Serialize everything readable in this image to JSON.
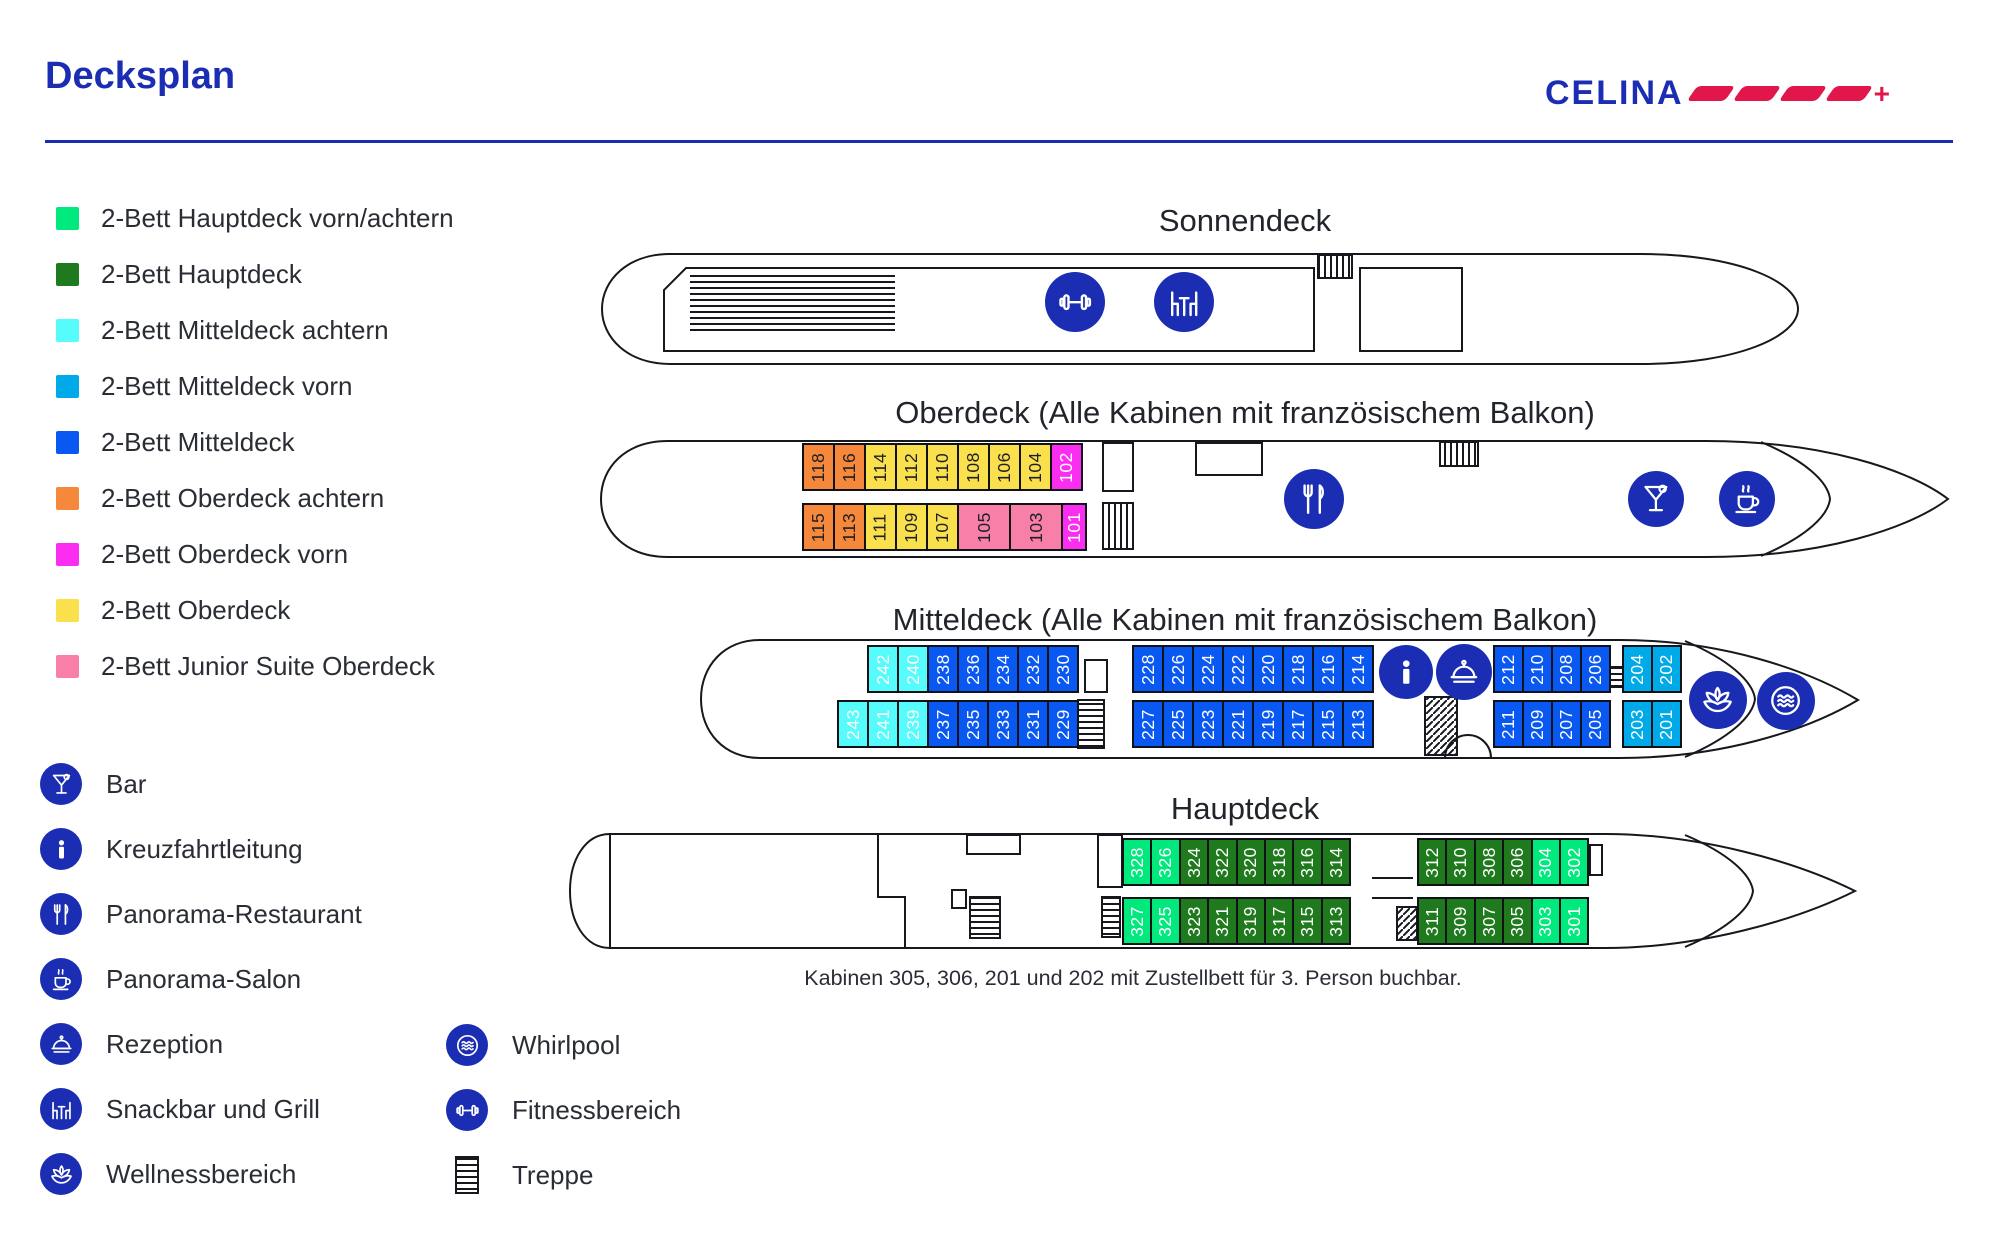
{
  "header": {
    "title": "Decksplan",
    "brand": "CELINA",
    "brand_plus": "+"
  },
  "brand_colors": {
    "blue": "#1b2eb3",
    "red": "#e1174b"
  },
  "colors": {
    "hv": "#00e97d",
    "h": "#1e7a1d",
    "ma": "#55fcfb",
    "mv": "#00a9e8",
    "m": "#0a58f2",
    "oa": "#f5883b",
    "ov": "#fa2df1",
    "ob": "#fbe04d",
    "js": "#f87fa7"
  },
  "dark_text_cats": [
    "oa",
    "ob",
    "js"
  ],
  "cabin_legend": [
    {
      "cat": "hv",
      "label": "2-Bett Hauptdeck vorn/achtern"
    },
    {
      "cat": "h",
      "label": "2-Bett Hauptdeck"
    },
    {
      "cat": "ma",
      "label": "2-Bett Mitteldeck achtern"
    },
    {
      "cat": "mv",
      "label": "2-Bett Mitteldeck vorn"
    },
    {
      "cat": "m",
      "label": "2-Bett Mitteldeck"
    },
    {
      "cat": "oa",
      "label": "2-Bett Oberdeck achtern"
    },
    {
      "cat": "ov",
      "label": "2-Bett Oberdeck vorn"
    },
    {
      "cat": "ob",
      "label": "2-Bett Oberdeck"
    },
    {
      "cat": "js",
      "label": "2-Bett Junior Suite Oberdeck"
    }
  ],
  "facilities_col1": [
    {
      "icon": "bar",
      "label": "Bar"
    },
    {
      "icon": "info",
      "label": "Kreuzfahrtleitung"
    },
    {
      "icon": "restaurant",
      "label": "Panorama-Restaurant"
    },
    {
      "icon": "salon",
      "label": "Panorama-Salon"
    },
    {
      "icon": "rezeption",
      "label": "Rezeption"
    },
    {
      "icon": "snackbar",
      "label": "Snackbar und Grill"
    },
    {
      "icon": "wellness",
      "label": "Wellnessbereich"
    }
  ],
  "facilities_col2": [
    {
      "icon": "whirlpool",
      "label": "Whirlpool"
    },
    {
      "icon": "fitness",
      "label": "Fitnessbereich"
    },
    {
      "icon": "treppe",
      "label": "Treppe"
    }
  ],
  "decks": {
    "sonnendeck": {
      "title": "Sonnendeck"
    },
    "oberdeck": {
      "title": "Oberdeck (Alle Kabinen mit französischem Balkon)",
      "rows": {
        "top": [
          [
            {
              "no": "118",
              "cat": "oa"
            },
            {
              "no": "116",
              "cat": "oa"
            },
            {
              "no": "114",
              "cat": "ob"
            },
            {
              "no": "112",
              "cat": "ob"
            },
            {
              "no": "110",
              "cat": "ob"
            },
            {
              "no": "108",
              "cat": "ob"
            },
            {
              "no": "106",
              "cat": "ob"
            },
            {
              "no": "104",
              "cat": "ob"
            },
            {
              "no": "102",
              "cat": "ov"
            }
          ]
        ],
        "bottom": [
          [
            {
              "no": "115",
              "cat": "oa"
            },
            {
              "no": "113",
              "cat": "oa"
            },
            {
              "no": "111",
              "cat": "ob"
            },
            {
              "no": "109",
              "cat": "ob"
            },
            {
              "no": "107",
              "cat": "ob"
            },
            {
              "no": "105",
              "cat": "js"
            },
            {
              "no": "103",
              "cat": "js"
            },
            {
              "no": "101",
              "cat": "ov"
            }
          ]
        ]
      }
    },
    "mitteldeck": {
      "title": "Mitteldeck (Alle Kabinen mit französischem Balkon)",
      "rows": {
        "top": [
          [
            {
              "no": "242",
              "cat": "ma"
            },
            {
              "no": "240",
              "cat": "ma"
            },
            {
              "no": "238",
              "cat": "m"
            },
            {
              "no": "236",
              "cat": "m"
            },
            {
              "no": "234",
              "cat": "m"
            },
            {
              "no": "232",
              "cat": "m"
            },
            {
              "no": "230",
              "cat": "m"
            }
          ],
          [
            {
              "no": "228",
              "cat": "m"
            },
            {
              "no": "226",
              "cat": "m"
            },
            {
              "no": "224",
              "cat": "m"
            },
            {
              "no": "222",
              "cat": "m"
            },
            {
              "no": "220",
              "cat": "m"
            },
            {
              "no": "218",
              "cat": "m"
            },
            {
              "no": "216",
              "cat": "m"
            },
            {
              "no": "214",
              "cat": "m"
            }
          ],
          [
            {
              "no": "212",
              "cat": "m"
            },
            {
              "no": "210",
              "cat": "m"
            },
            {
              "no": "208",
              "cat": "m"
            },
            {
              "no": "206",
              "cat": "m"
            }
          ],
          [
            {
              "no": "204",
              "cat": "mv"
            },
            {
              "no": "202",
              "cat": "mv"
            }
          ]
        ],
        "bottom": [
          [
            {
              "no": "243",
              "cat": "ma"
            },
            {
              "no": "241",
              "cat": "ma"
            },
            {
              "no": "239",
              "cat": "ma"
            },
            {
              "no": "237",
              "cat": "m"
            },
            {
              "no": "235",
              "cat": "m"
            },
            {
              "no": "233",
              "cat": "m"
            },
            {
              "no": "231",
              "cat": "m"
            },
            {
              "no": "229",
              "cat": "m"
            }
          ],
          [
            {
              "no": "227",
              "cat": "m"
            },
            {
              "no": "225",
              "cat": "m"
            },
            {
              "no": "223",
              "cat": "m"
            },
            {
              "no": "221",
              "cat": "m"
            },
            {
              "no": "219",
              "cat": "m"
            },
            {
              "no": "217",
              "cat": "m"
            },
            {
              "no": "215",
              "cat": "m"
            },
            {
              "no": "213",
              "cat": "m"
            }
          ],
          [
            {
              "no": "211",
              "cat": "m"
            },
            {
              "no": "209",
              "cat": "m"
            },
            {
              "no": "207",
              "cat": "m"
            },
            {
              "no": "205",
              "cat": "m"
            }
          ],
          [
            {
              "no": "203",
              "cat": "mv"
            },
            {
              "no": "201",
              "cat": "mv"
            }
          ]
        ]
      }
    },
    "hauptdeck": {
      "title": "Hauptdeck",
      "rows": {
        "top": [
          [
            {
              "no": "328",
              "cat": "hv"
            },
            {
              "no": "326",
              "cat": "hv"
            },
            {
              "no": "324",
              "cat": "h"
            },
            {
              "no": "322",
              "cat": "h"
            },
            {
              "no": "320",
              "cat": "h"
            },
            {
              "no": "318",
              "cat": "h"
            },
            {
              "no": "316",
              "cat": "h"
            },
            {
              "no": "314",
              "cat": "h"
            }
          ],
          [
            {
              "no": "312",
              "cat": "h"
            },
            {
              "no": "310",
              "cat": "h"
            },
            {
              "no": "308",
              "cat": "h"
            },
            {
              "no": "306",
              "cat": "h"
            },
            {
              "no": "304",
              "cat": "hv"
            },
            {
              "no": "302",
              "cat": "hv"
            }
          ]
        ],
        "bottom": [
          [
            {
              "no": "327",
              "cat": "hv"
            },
            {
              "no": "325",
              "cat": "hv"
            },
            {
              "no": "323",
              "cat": "h"
            },
            {
              "no": "321",
              "cat": "h"
            },
            {
              "no": "319",
              "cat": "h"
            },
            {
              "no": "317",
              "cat": "h"
            },
            {
              "no": "315",
              "cat": "h"
            },
            {
              "no": "313",
              "cat": "h"
            }
          ],
          [
            {
              "no": "311",
              "cat": "h"
            },
            {
              "no": "309",
              "cat": "h"
            },
            {
              "no": "307",
              "cat": "h"
            },
            {
              "no": "305",
              "cat": "h"
            },
            {
              "no": "303",
              "cat": "hv"
            },
            {
              "no": "301",
              "cat": "hv"
            }
          ]
        ]
      }
    }
  },
  "footnote": "Kabinen 305, 306, 201 und 202 mit Zustellbett für 3. Person buchbar."
}
